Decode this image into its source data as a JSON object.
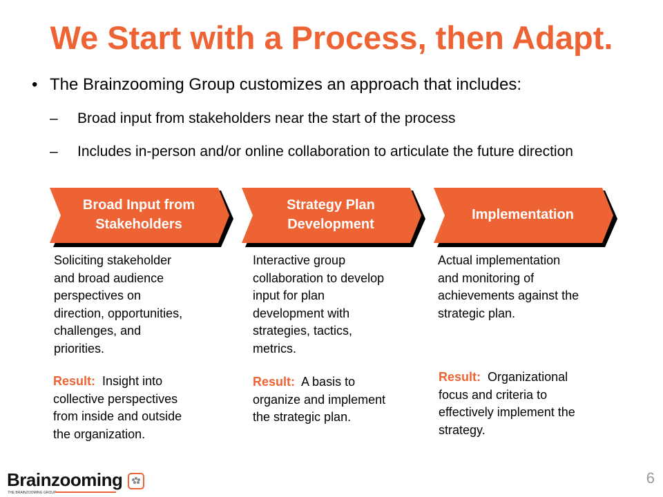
{
  "title": "We Start with a Process, then Adapt.",
  "bullet": "The Brainzooming Group customizes an approach that includes:",
  "sub_bullets": [
    "Broad input from stakeholders near the start of the process",
    "Includes in-person and/or online collaboration to articulate the future direction"
  ],
  "steps": [
    {
      "label_lines": [
        "Broad Input from",
        "Stakeholders"
      ],
      "desc_lines": [
        "Soliciting stakeholder",
        "and broad audience",
        "perspectives on",
        "direction, opportunities,",
        "challenges, and",
        "priorities."
      ],
      "result_label": "Result:",
      "result_lines": [
        "Insight into",
        "collective perspectives",
        "from inside and outside",
        "the organization."
      ]
    },
    {
      "label_lines": [
        "Strategy Plan",
        "Development"
      ],
      "desc_lines": [
        "Interactive group",
        "collaboration to develop",
        "input for plan",
        "development  with",
        "strategies, tactics,",
        "metrics."
      ],
      "result_label": "Result:",
      "result_lines": [
        "A basis to",
        "organize  and implement",
        "the strategic plan."
      ]
    },
    {
      "label_lines": [
        "Implementation"
      ],
      "desc_lines": [
        "Actual implementation",
        "and monitoring  of",
        "achievements against the",
        "strategic plan."
      ],
      "result_label": "Result:",
      "result_lines": [
        "Organizational",
        "focus and criteria to",
        "effectively implement  the",
        "strategy."
      ]
    }
  ],
  "logo": {
    "wordmark": "Brainzooming",
    "tagline": "THE BRAINZOOMING GROUP"
  },
  "page_number": "6",
  "colors": {
    "accent": "#EE6333",
    "text": "#000000"
  }
}
